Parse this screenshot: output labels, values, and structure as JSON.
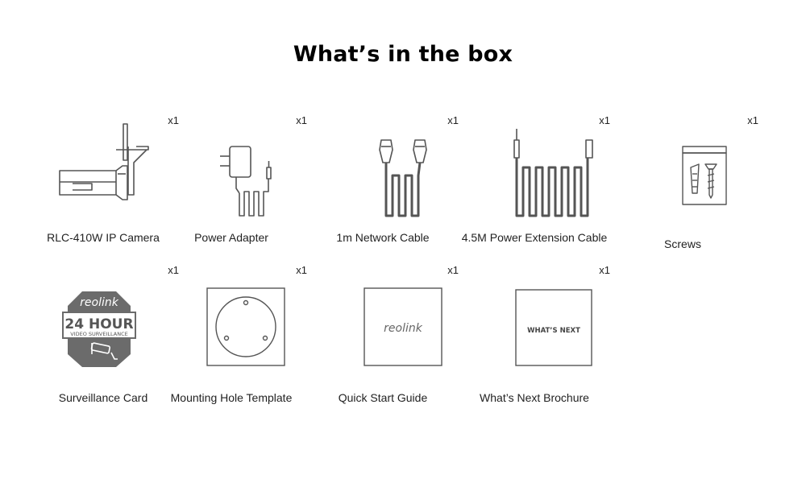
{
  "title": "What’s in the box",
  "items": [
    {
      "label": "RLC-410W IP Camera",
      "qty": "x1"
    },
    {
      "label": "Power Adapter",
      "qty": "x1"
    },
    {
      "label": "1m Network Cable",
      "qty": "x1"
    },
    {
      "label": "4.5M Power Extension Cable",
      "qty": "x1"
    },
    {
      "label": "Screws",
      "qty": "x1"
    },
    {
      "label": "Surveillance Card",
      "qty": "x1"
    },
    {
      "label": "Mounting Hole Template",
      "qty": "x1"
    },
    {
      "label": "Quick Start Guide",
      "qty": "x1"
    },
    {
      "label": "What’s Next Brochure",
      "qty": "x1"
    }
  ],
  "card": {
    "brand": "reolink",
    "headline": "24 HOUR",
    "subline": "VIDEO SURVEILLANCE"
  },
  "guide": {
    "brand": "reolink"
  },
  "brochure": {
    "text": "WHAT’S NEXT"
  },
  "colors": {
    "line": "#555555",
    "card_fill": "#6b6b6b",
    "text": "#222222"
  }
}
